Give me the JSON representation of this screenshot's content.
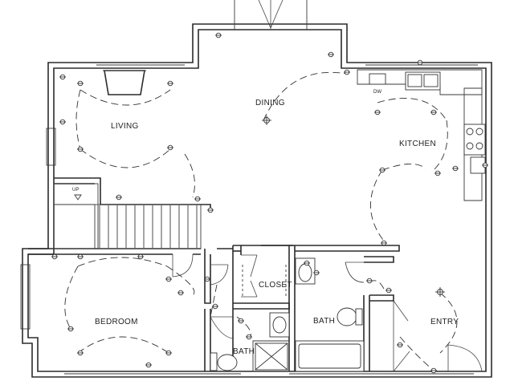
{
  "rooms": {
    "dining": "DINING",
    "living": "LIVING",
    "kitchen": "KITCHEN",
    "bedroom": "BEDROOM",
    "closet": "CLOSET",
    "bath_center": "BATH",
    "bath_small": "BATH",
    "entry": "ENTRY"
  },
  "stairs": {
    "label": "UP"
  },
  "appliances": {
    "dishwasher": "DW"
  },
  "colors": {
    "line": "#2b2b2b",
    "background": "#ffffff"
  }
}
